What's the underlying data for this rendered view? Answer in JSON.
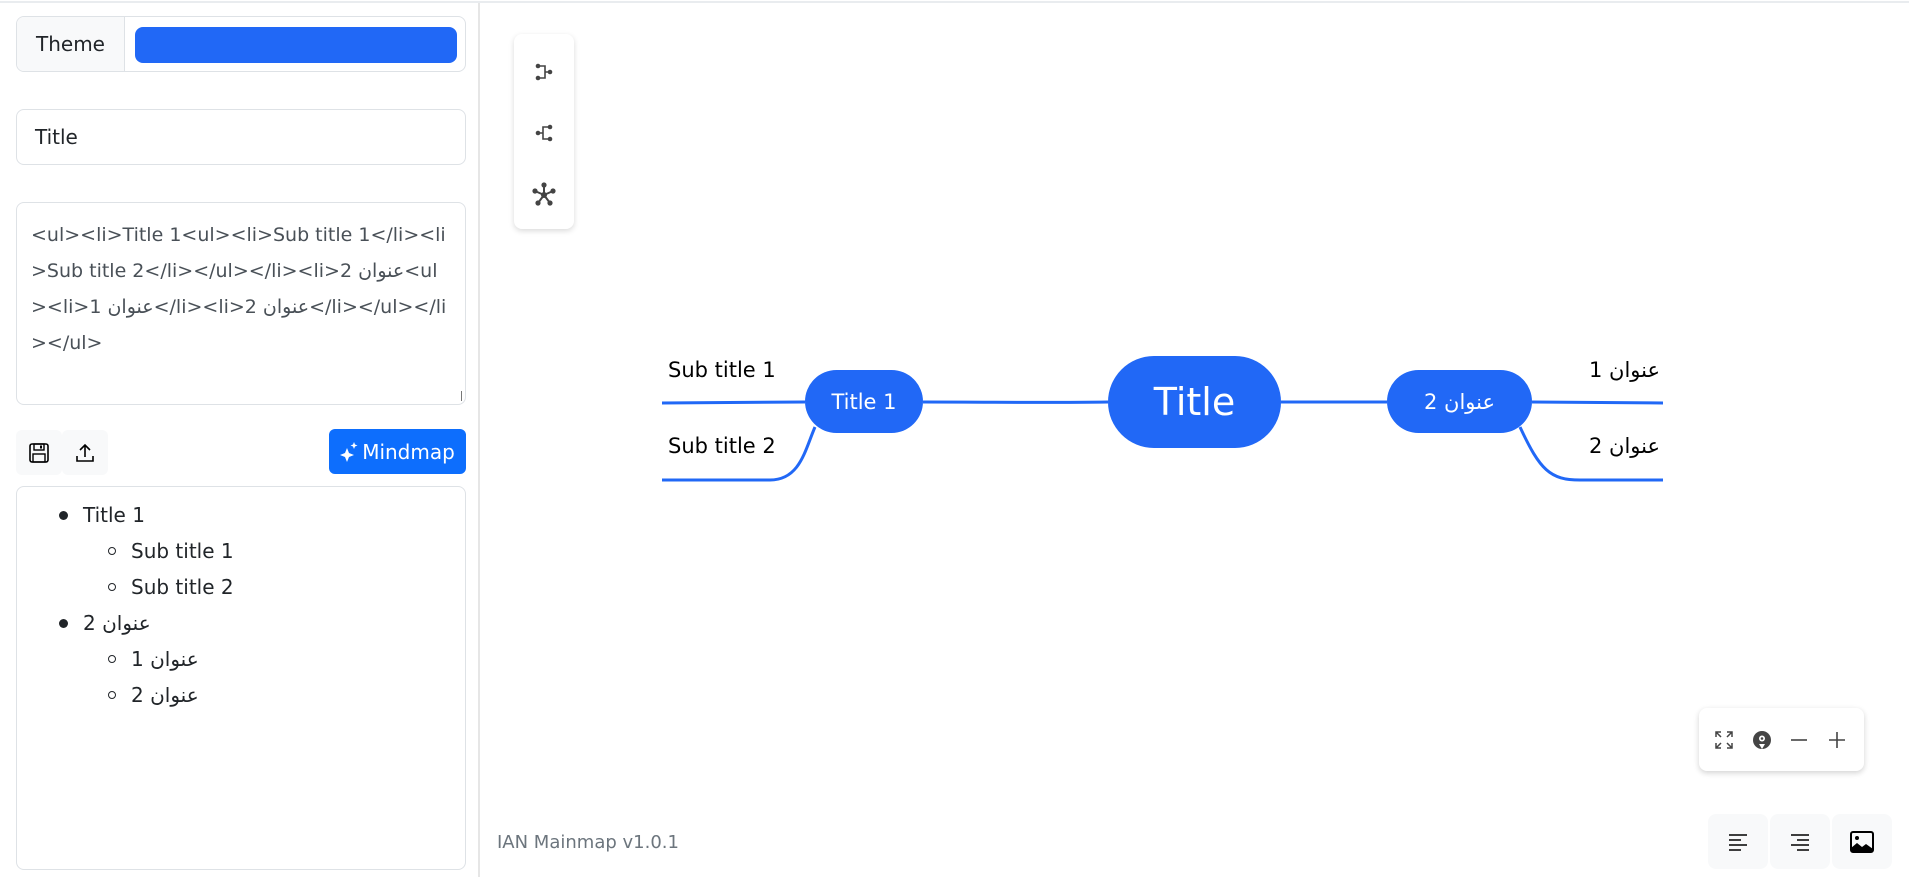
{
  "sidebar": {
    "theme_label": "Theme",
    "theme_color": "#2168f6",
    "title_value": "Title",
    "source_html": "<ul><li>Title 1<ul><li>Sub title 1</li><li>Sub title 2</li></ul></li><li>عنوان 2<ul><li>عنوان 1</li><li>عنوان 2</li></ul></li></ul>",
    "save_icon": "floppy-disk-icon",
    "upload_icon": "upload-icon",
    "mindmap_label": "Mindmap",
    "outline": [
      {
        "label": "Title 1",
        "children": [
          "Sub title 1",
          "Sub title 2"
        ]
      },
      {
        "label": "عنوان 2",
        "children": [
          "عنوان 1",
          "عنوان 2"
        ]
      }
    ]
  },
  "layout_tools": [
    "layout-right-icon",
    "layout-left-icon",
    "layout-radial-icon"
  ],
  "mindmap": {
    "root": "Title",
    "left": {
      "label": "Title 1",
      "children": [
        "Sub title 1",
        "Sub title 2"
      ]
    },
    "right": {
      "label": "عنوان 2",
      "children": [
        "عنوان 1",
        "عنوان 2"
      ]
    },
    "color": "#2168f6"
  },
  "zoom_controls": [
    "fullscreen-icon",
    "locate-icon",
    "zoom-out-icon",
    "zoom-in-icon"
  ],
  "bottom_buttons": [
    "align-left-icon",
    "align-right-icon",
    "export-image-icon"
  ],
  "footer": "IAN Mainmap v1.0.1"
}
